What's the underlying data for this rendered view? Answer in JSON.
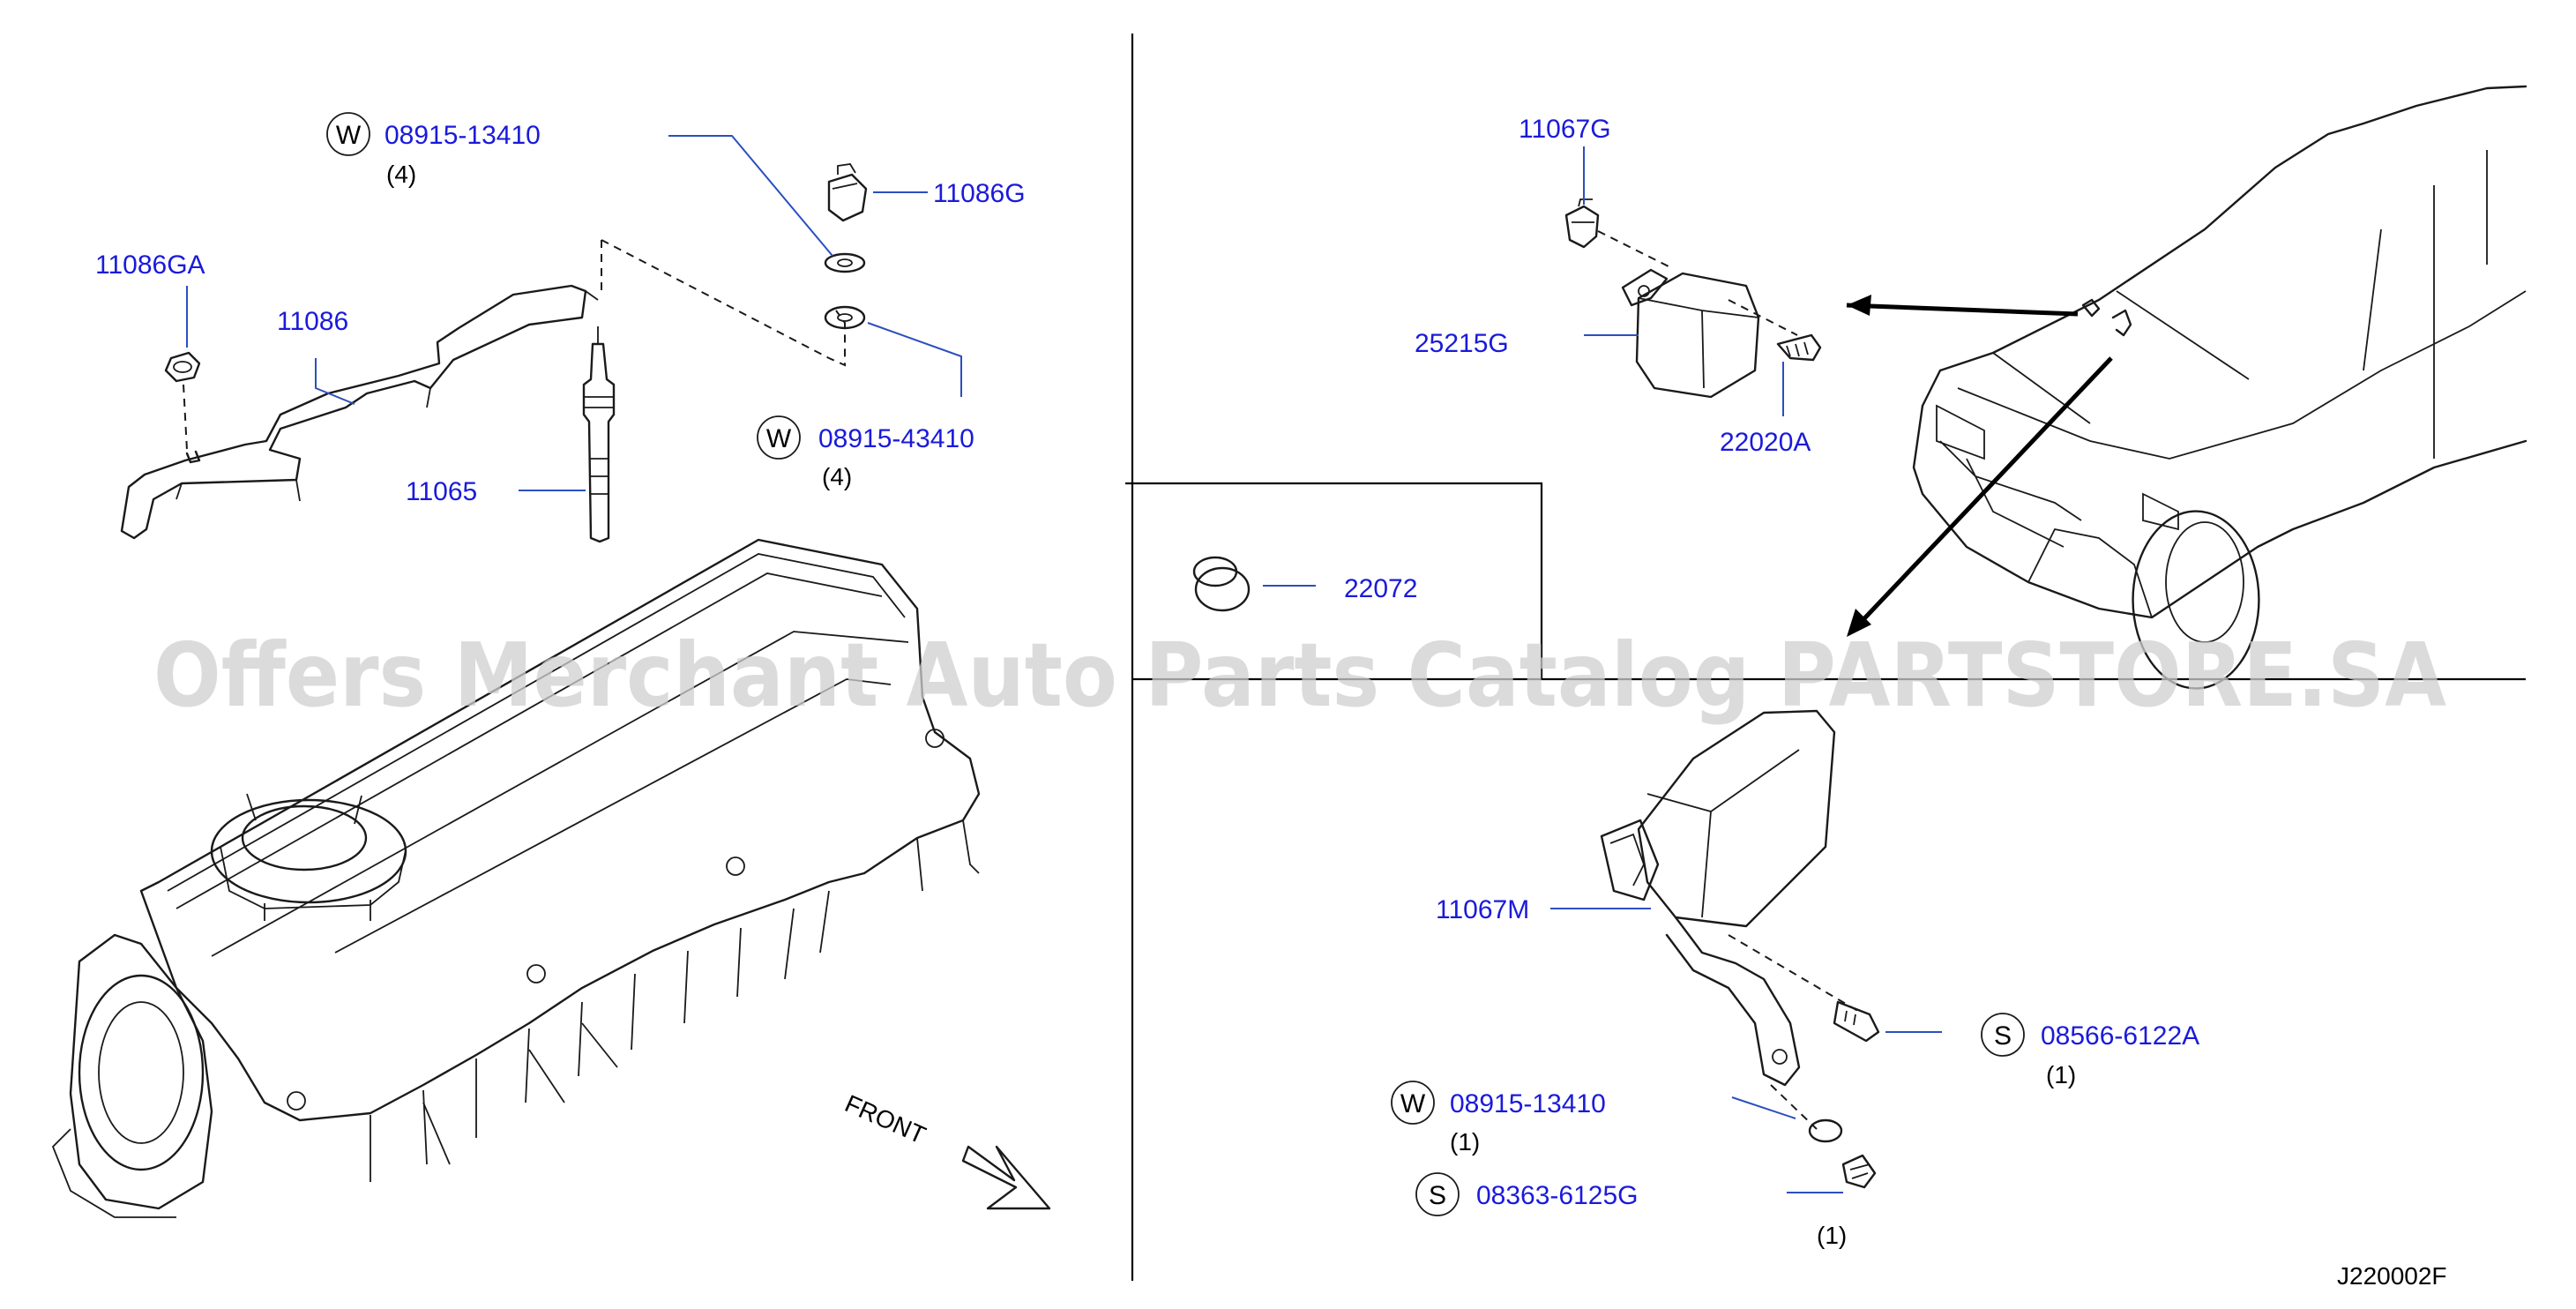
{
  "callouts": {
    "w_08915_13410_top": {
      "prefix": "W",
      "part": "08915-13410",
      "qty": "(4)"
    },
    "p_11086G": {
      "part": "11086G"
    },
    "p_11086GA": {
      "part": "11086GA"
    },
    "p_11086": {
      "part": "11086"
    },
    "w_08915_43410": {
      "prefix": "W",
      "part": "08915-43410",
      "qty": "(4)"
    },
    "p_11065": {
      "part": "11065"
    },
    "p_11067G": {
      "part": "11067G"
    },
    "p_25215G": {
      "part": "25215G"
    },
    "p_22020A": {
      "part": "22020A"
    },
    "p_22072": {
      "part": "22072"
    },
    "p_11067M": {
      "part": "11067M"
    },
    "s_08566_6122A": {
      "prefix": "S",
      "part": "08566-6122A",
      "qty": "(1)"
    },
    "w_08915_13410_bottom": {
      "prefix": "W",
      "part": "08915-13410",
      "qty": "(1)"
    },
    "s_08363_6125G": {
      "prefix": "S",
      "part": "08363-6125G",
      "qty": "(1)"
    }
  },
  "front_label": "FRONT",
  "diagram_code": "J220002F",
  "watermark": "Offers Merchant Auto Parts Catalog PARTSTORE.SA",
  "colors": {
    "part_number": "#1a1adb",
    "leader": "#2b4fbf",
    "linework": "#1a1a1a",
    "watermark": "#cfcfcf"
  }
}
